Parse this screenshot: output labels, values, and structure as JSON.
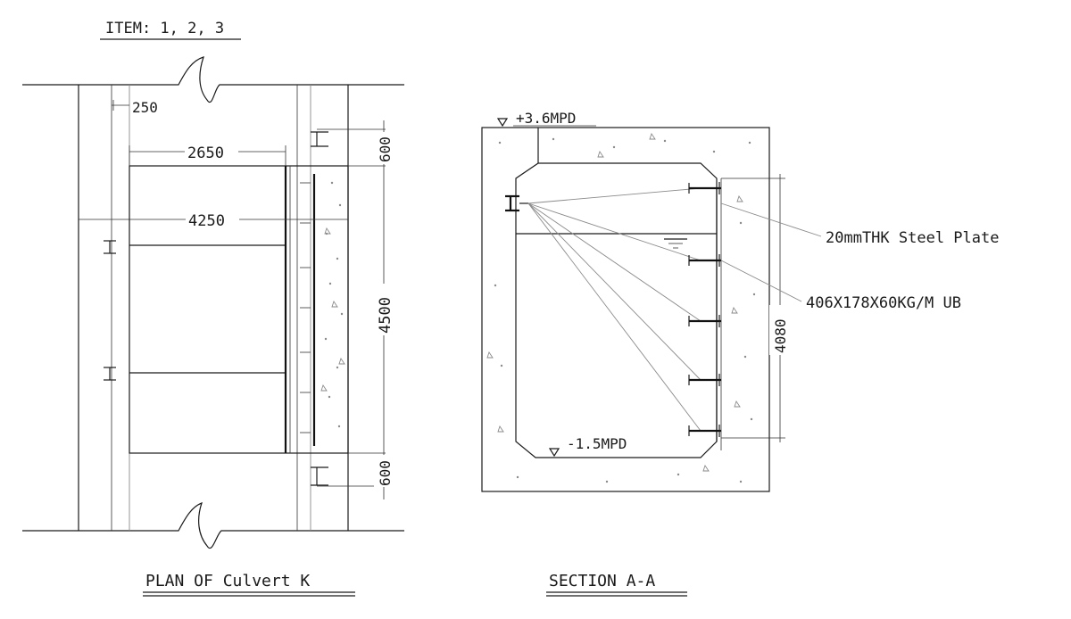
{
  "drawing": {
    "item_label": "ITEM: 1, 2, 3",
    "plan": {
      "title": "PLAN OF Culvert K",
      "dims": {
        "d250": "250",
        "d2650": "2650",
        "d4250": "4250",
        "d600_top": "600",
        "d4500": "4500",
        "d600_bottom": "600"
      }
    },
    "section": {
      "title": "SECTION A-A",
      "level_top": "+3.6MPD",
      "level_bottom": "-1.5MPD",
      "dim_4080": "4080",
      "callout_plate": "20mmTHK Steel Plate",
      "callout_beam": "406X178X60KG/M UB"
    }
  }
}
